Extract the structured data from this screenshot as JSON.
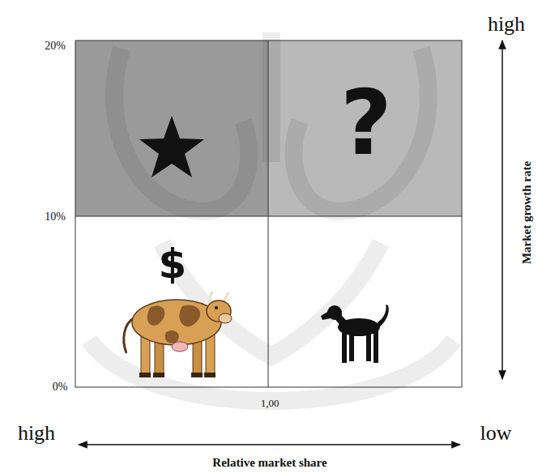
{
  "diagram": {
    "labels": [
      "high",
      "20%",
      "?",
      "10%",
      "$",
      "0%",
      "1,00",
      "high",
      "low",
      "Relative market share",
      "Market growth rate"
    ]
  }
}
